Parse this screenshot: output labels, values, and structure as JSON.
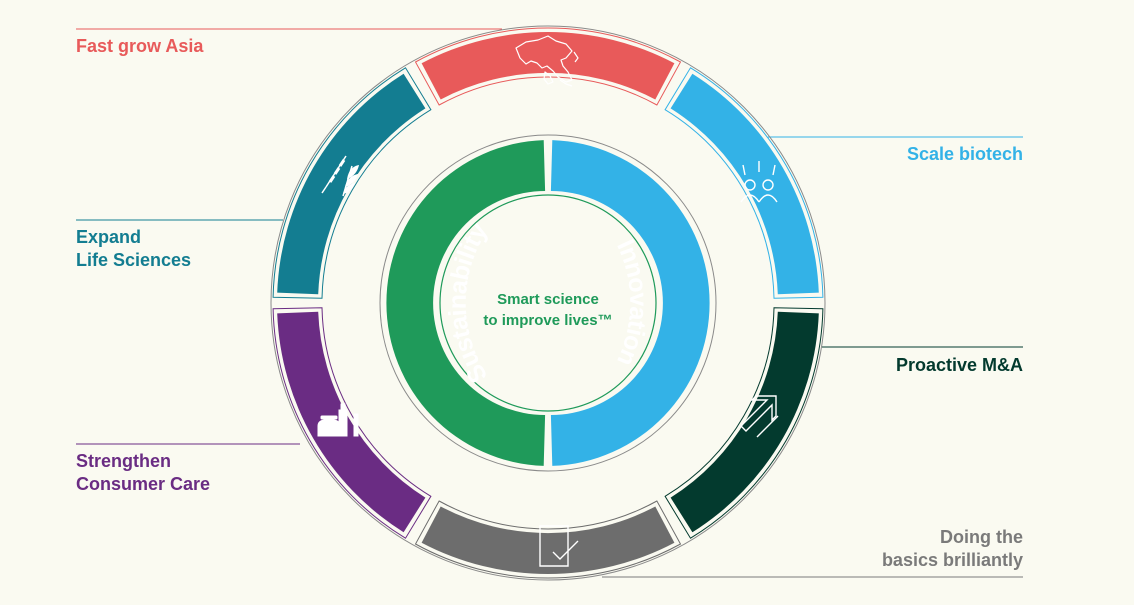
{
  "center": {
    "line1": "Smart science",
    "line2": "to improve lives™",
    "color": "#1f9a5a"
  },
  "inner_ring": [
    {
      "label": "Sustainability",
      "color": "#1f9a5a"
    },
    {
      "label": "Innovation",
      "color": "#33b2e7"
    }
  ],
  "outer_ring": [
    {
      "label": "Fast grow Asia",
      "color": "#e85a5a",
      "icon": "asia-map-icon"
    },
    {
      "label": "Scale biotech",
      "color": "#33b2e7",
      "icon": "people-ideas-icon"
    },
    {
      "label": "Proactive M&A",
      "color": "#033a2e",
      "icon": "arrow-up-right-icon"
    },
    {
      "label_line1": "Doing the",
      "label_line2": "basics brilliantly",
      "color": "#6d6d6d",
      "icon": "document-check-icon"
    },
    {
      "label_line1": "Strengthen",
      "label_line2": "Consumer Care",
      "color": "#6a2c83",
      "icon": "cosmetics-icon"
    },
    {
      "label_line1": "Expand",
      "label_line2": "Life Sciences",
      "color": "#137d91",
      "icon": "syringe-wheat-icon"
    }
  ],
  "colors": {
    "background": "#fafaf1",
    "doing_basics_label": "#7a7a7a"
  }
}
